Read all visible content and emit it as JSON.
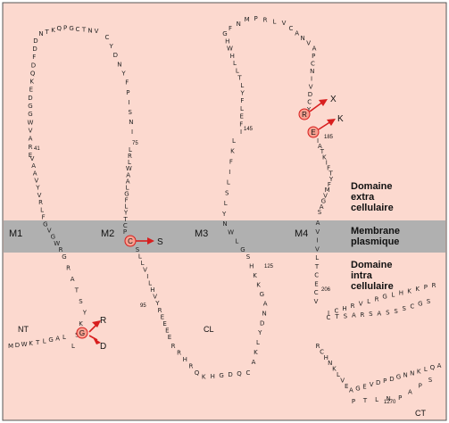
{
  "colors": {
    "background": "#fcd9cf",
    "membrane": "#b0b0b0",
    "marker_fill": "#f7a090",
    "marker_stroke": "#d81e1e",
    "arrow": "#d81e1e",
    "text": "#111111"
  },
  "regions": {
    "extracellular": [
      "Domaine",
      "extra",
      "cellulaire"
    ],
    "membrane": [
      "Membrane",
      "plasmique"
    ],
    "intracellular": [
      "Domaine",
      "intra",
      "cellulaire"
    ]
  },
  "segments": [
    "M1",
    "M2",
    "M3",
    "M4"
  ],
  "termini": {
    "n": "NT",
    "c": "CT"
  },
  "loop_label": "CL",
  "position_numbers": [
    "41",
    "75",
    "95",
    "125",
    "145",
    "185",
    "206",
    "1270"
  ],
  "sites": [
    {
      "wildtype": "G",
      "mutants": [
        "R",
        "D"
      ]
    },
    {
      "wildtype": "C",
      "mutants": [
        "S"
      ]
    },
    {
      "wildtype": "R",
      "mutants": [
        "X"
      ]
    },
    {
      "wildtype": "E",
      "mutants": [
        "K"
      ]
    }
  ],
  "chains": {
    "nt_tail": "MDWKTLGAL",
    "nt_up": "LSKYSTARG",
    "m1": "RWGVGFLRVYVAAV",
    "m1_loop": "ERAVWGGDEKQDFDD",
    "top1": "NTKQPGCTNV",
    "m2_down": "CYDNYFPISNI",
    "m2": "LRLWAALGFLYTCP",
    "cl_down": "SLLVILHVYREEEE",
    "cl_bottom": "RRHRQKHGDQC",
    "m3_up": "AKLYDNAGKKHS",
    "m3": "GLWNYLSLIFKL",
    "m3_top": "IFELFYLTLLHWHG",
    "top2": "FNMPRLV",
    "m4_top": "CANVAPCNIVDCY",
    "m4_down": "IATKIFTYFMVGAS",
    "m4": "AVIVLTCECV",
    "ct_1": "ICHRVLRGLHKKPR",
    "ct_2": "SGCSSSASRASTC",
    "ct_3": "RCHNKLVEAGEVDPDGNNKLQA",
    "ct_4": "SPAPNLTP"
  }
}
